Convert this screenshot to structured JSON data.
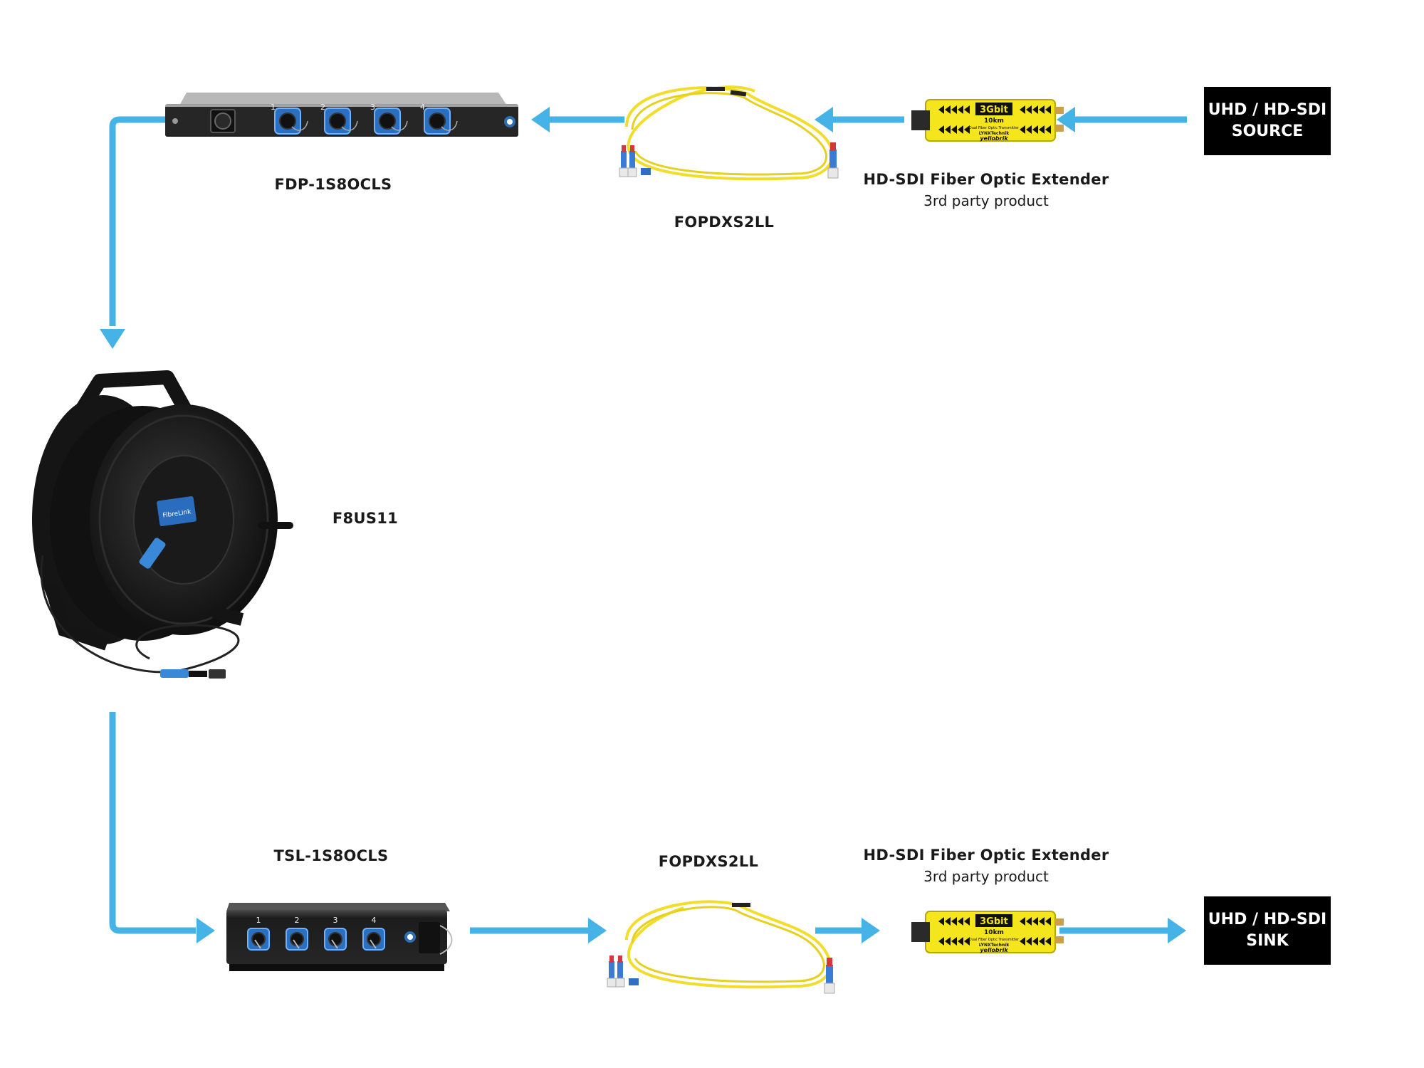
{
  "colors": {
    "arrow": "#45b3e6",
    "box": "#000000",
    "fiber": "#f2dd2a",
    "device_yellow": "#f5e51c"
  },
  "nodes": {
    "source": {
      "line1": "UHD / HD-SDI",
      "line2": "SOURCE"
    },
    "sink": {
      "line1": "UHD / HD-SDI",
      "line2": "SINK"
    },
    "extender_top": {
      "label": "HD-SDI Fiber Optic Extender",
      "sublabel": "3rd party product",
      "badge": "3Gbit",
      "badge_sub": "10km",
      "badge_text": "Dual Fiber Optic Transmitter",
      "brand": "yellobrik",
      "maker": "LYNXTechnik"
    },
    "extender_bottom": {
      "label": "HD-SDI Fiber Optic Extender",
      "sublabel": "3rd party product",
      "badge": "3Gbit",
      "badge_sub": "10km",
      "badge_text": "Dual Fiber Optic Transmitter",
      "brand": "yellobrik",
      "maker": "LYNXTechnik"
    },
    "cable_top": {
      "label": "FOPDXS2LL"
    },
    "cable_bottom": {
      "label": "FOPDXS2LL"
    },
    "panel": {
      "label": "FDP-1S8OCLS",
      "ports": [
        "1",
        "2",
        "3",
        "4"
      ]
    },
    "reel": {
      "label": "F8US11",
      "badge": "FibreLink"
    },
    "box": {
      "label": "TSL-1S8OCLS",
      "ports": [
        "1",
        "2",
        "3",
        "4"
      ]
    }
  }
}
